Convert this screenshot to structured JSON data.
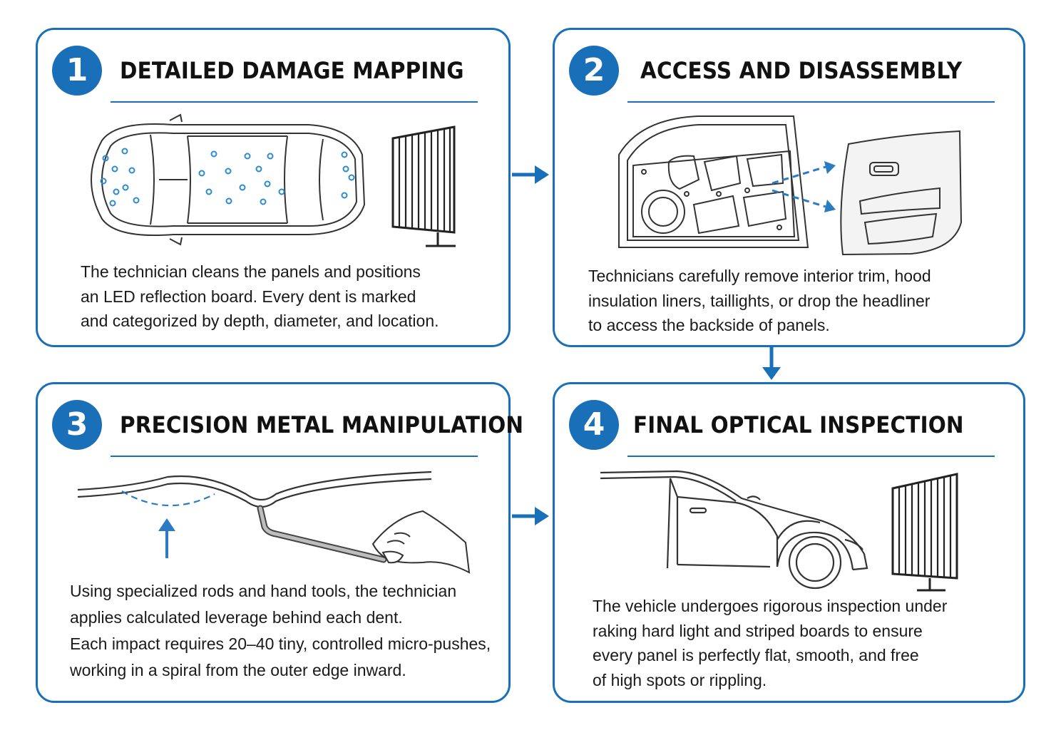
{
  "accent_color": "#1a70b8",
  "steps": [
    {
      "number": "1",
      "title": "DETAILED DAMAGE MAPPING",
      "description_lines": [
        "The technician cleans the panels and positions",
        "an LED reflection board. Every dent is marked",
        "and categorized by depth, diameter, and location."
      ],
      "icons": [
        "car-top-view-icon",
        "led-reflection-board-icon"
      ]
    },
    {
      "number": "2",
      "title": "ACCESS AND DISASSEMBLY",
      "description_lines": [
        "Technicians carefully remove interior trim, hood",
        "insulation liners, taillights, or drop the headliner",
        "to access the backside of panels."
      ],
      "icons": [
        "door-frame-icon",
        "door-trim-panel-icon"
      ]
    },
    {
      "number": "3",
      "title": "PRECISION METAL MANIPULATION",
      "description_lines": [
        "Using specialized rods and hand tools, the technician",
        "applies calculated leverage behind each dent.",
        "Each impact requires 20–40 tiny, controlled micro-pushes,",
        "working in a spiral from the outer edge inward."
      ],
      "icons": [
        "panel-cross-section-icon",
        "push-arrow-icon",
        "hand-rod-tool-icon"
      ]
    },
    {
      "number": "4",
      "title": "FINAL OPTICAL INSPECTION",
      "description_lines": [
        "The vehicle undergoes rigorous inspection under",
        "raking hard light and striped boards to ensure",
        "every panel is perfectly flat, smooth, and free",
        "of high spots or rippling."
      ],
      "icons": [
        "car-side-view-icon",
        "striped-inspection-board-icon"
      ]
    }
  ]
}
